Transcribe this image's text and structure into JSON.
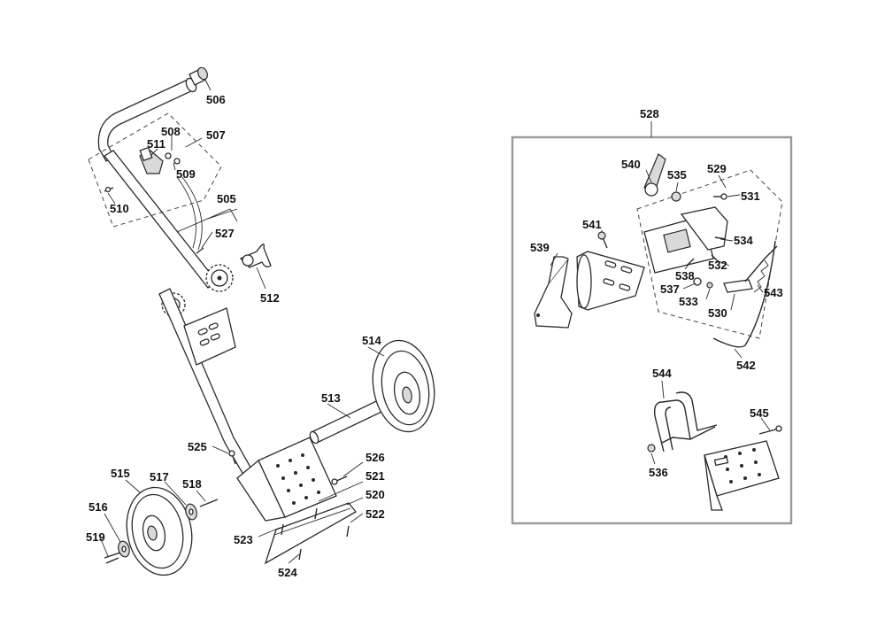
{
  "labels": {
    "p505": "505",
    "p506": "506",
    "p507": "507",
    "p508": "508",
    "p509": "509",
    "p510": "510",
    "p511": "511",
    "p512": "512",
    "p513": "513",
    "p514": "514",
    "p515": "515",
    "p516": "516",
    "p517": "517",
    "p518": "518",
    "p519": "519",
    "p520": "520",
    "p521": "521",
    "p522": "522",
    "p523": "523",
    "p524": "524",
    "p525": "525",
    "p526": "526",
    "p527": "527",
    "p528": "528",
    "p529": "529",
    "p530": "530",
    "p531": "531",
    "p532": "532",
    "p533": "533",
    "p534": "534",
    "p535": "535",
    "p536": "536",
    "p537": "537",
    "p538": "538",
    "p539": "539",
    "p540": "540",
    "p541": "541",
    "p542": "542",
    "p543": "543",
    "p544": "544",
    "p545": "545"
  },
  "colors": {
    "line": "#2a2a2a",
    "inset_border": "#9a9a9a",
    "background": "#ffffff"
  }
}
